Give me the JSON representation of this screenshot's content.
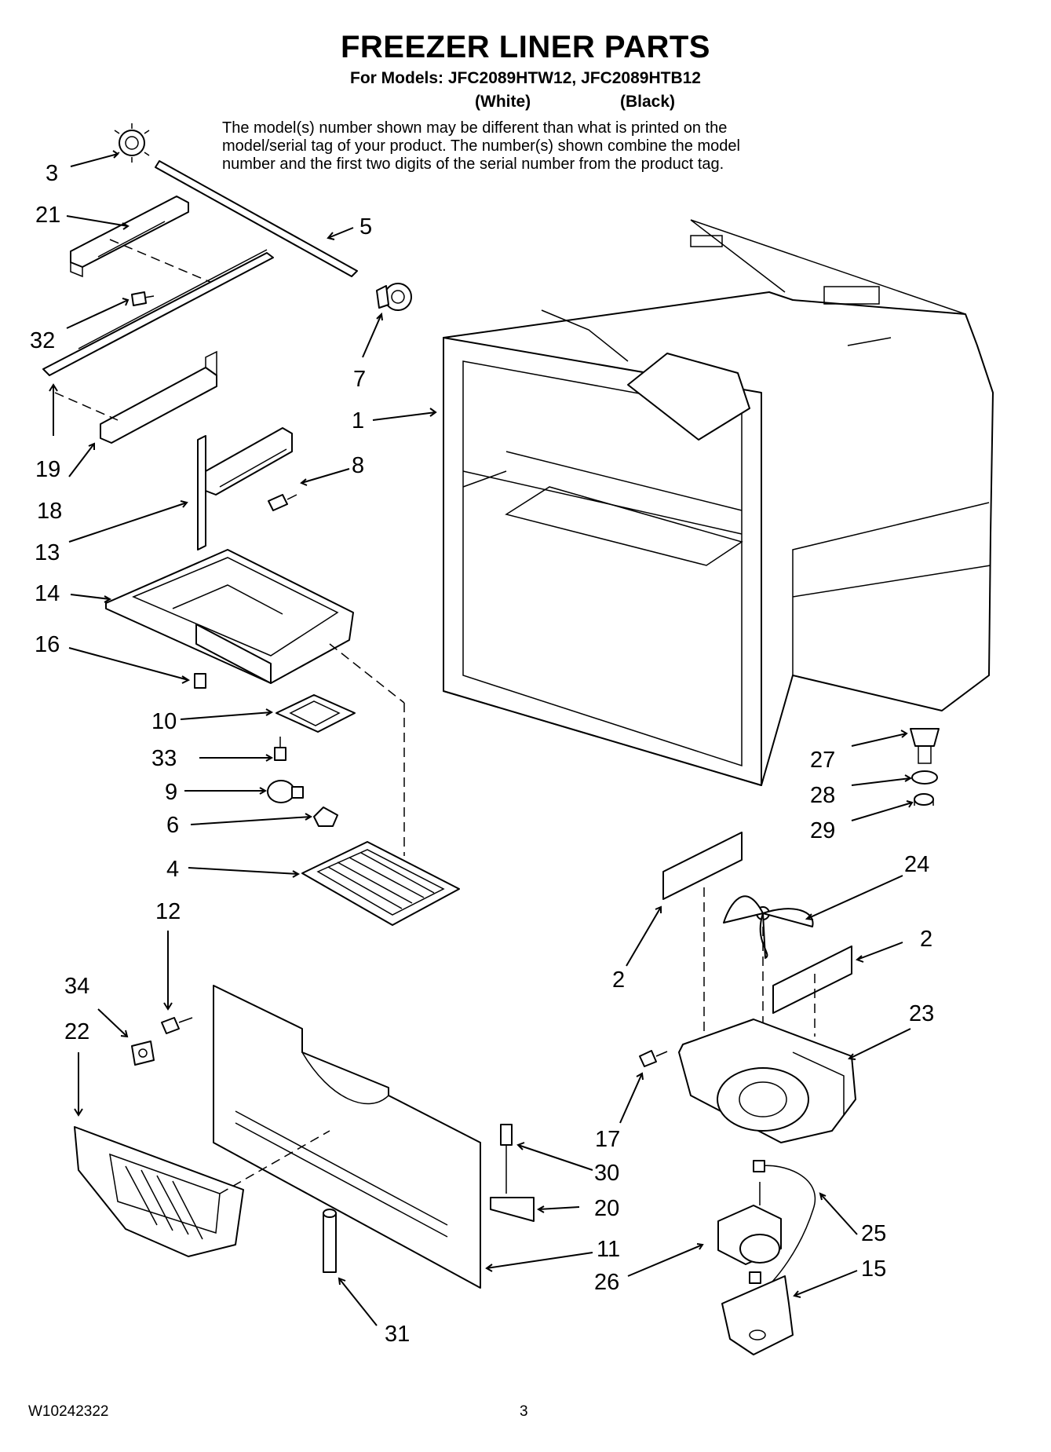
{
  "header": {
    "title": "FREEZER LINER PARTS",
    "models_line": "For Models: JFC2089HTW12, JFC2089HTB12",
    "color_white": "(White)",
    "color_black": "(Black)",
    "notice_lines": [
      "The model(s) number shown may be different than what is printed on the",
      "model/serial tag of your product. The number(s) shown combine the model",
      "number and the first two digits of the serial number from the product tag."
    ]
  },
  "callouts": [
    "3",
    "21",
    "5",
    "32",
    "7",
    "19",
    "1",
    "8",
    "18",
    "13",
    "14",
    "16",
    "10",
    "33",
    "9",
    "6",
    "4",
    "27",
    "28",
    "29",
    "24",
    "2",
    "2",
    "12",
    "34",
    "22",
    "23",
    "17",
    "30",
    "20",
    "25",
    "11",
    "26",
    "15",
    "31"
  ],
  "footer": {
    "doc_number": "W10242322",
    "page_number": "3"
  }
}
